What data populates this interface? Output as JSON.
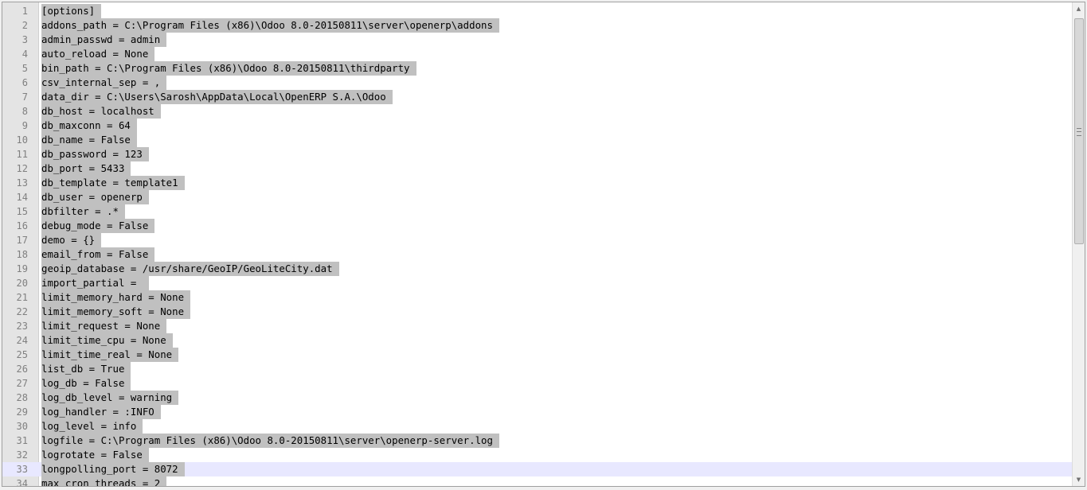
{
  "editor": {
    "current_line": 33,
    "lines": [
      {
        "n": "1",
        "text": "[options]"
      },
      {
        "n": "2",
        "text": "addons_path = C:\\Program Files (x86)\\Odoo 8.0-20150811\\server\\openerp\\addons"
      },
      {
        "n": "3",
        "text": "admin_passwd = admin"
      },
      {
        "n": "4",
        "text": "auto_reload = None"
      },
      {
        "n": "5",
        "text": "bin_path = C:\\Program Files (x86)\\Odoo 8.0-20150811\\thirdparty"
      },
      {
        "n": "6",
        "text": "csv_internal_sep = ,"
      },
      {
        "n": "7",
        "text": "data_dir = C:\\Users\\Sarosh\\AppData\\Local\\OpenERP S.A.\\Odoo"
      },
      {
        "n": "8",
        "text": "db_host = localhost"
      },
      {
        "n": "9",
        "text": "db_maxconn = 64"
      },
      {
        "n": "10",
        "text": "db_name = False"
      },
      {
        "n": "11",
        "text": "db_password = 123"
      },
      {
        "n": "12",
        "text": "db_port = 5433"
      },
      {
        "n": "13",
        "text": "db_template = template1"
      },
      {
        "n": "14",
        "text": "db_user = openerp"
      },
      {
        "n": "15",
        "text": "dbfilter = .*"
      },
      {
        "n": "16",
        "text": "debug_mode = False"
      },
      {
        "n": "17",
        "text": "demo = {}"
      },
      {
        "n": "18",
        "text": "email_from = False"
      },
      {
        "n": "19",
        "text": "geoip_database = /usr/share/GeoIP/GeoLiteCity.dat"
      },
      {
        "n": "20",
        "text": "import_partial = "
      },
      {
        "n": "21",
        "text": "limit_memory_hard = None"
      },
      {
        "n": "22",
        "text": "limit_memory_soft = None"
      },
      {
        "n": "23",
        "text": "limit_request = None"
      },
      {
        "n": "24",
        "text": "limit_time_cpu = None"
      },
      {
        "n": "25",
        "text": "limit_time_real = None"
      },
      {
        "n": "26",
        "text": "list_db = True"
      },
      {
        "n": "27",
        "text": "log_db = False"
      },
      {
        "n": "28",
        "text": "log_db_level = warning"
      },
      {
        "n": "29",
        "text": "log_handler = :INFO"
      },
      {
        "n": "30",
        "text": "log_level = info"
      },
      {
        "n": "31",
        "text": "logfile = C:\\Program Files (x86)\\Odoo 8.0-20150811\\server\\openerp-server.log"
      },
      {
        "n": "32",
        "text": "logrotate = False"
      },
      {
        "n": "33",
        "text": "longpolling_port = 8072"
      },
      {
        "n": "34",
        "text": "max_cron_threads = 2"
      }
    ]
  },
  "scrollbar": {
    "up_icon": "arrow-up-icon",
    "down_icon": "arrow-down-icon",
    "up_glyph": "▲",
    "down_glyph": "▼"
  },
  "colors": {
    "selection": "#c0c0c0",
    "current_line": "#e8e8ff",
    "gutter": "#e4e4e4",
    "line_number": "#808080"
  }
}
